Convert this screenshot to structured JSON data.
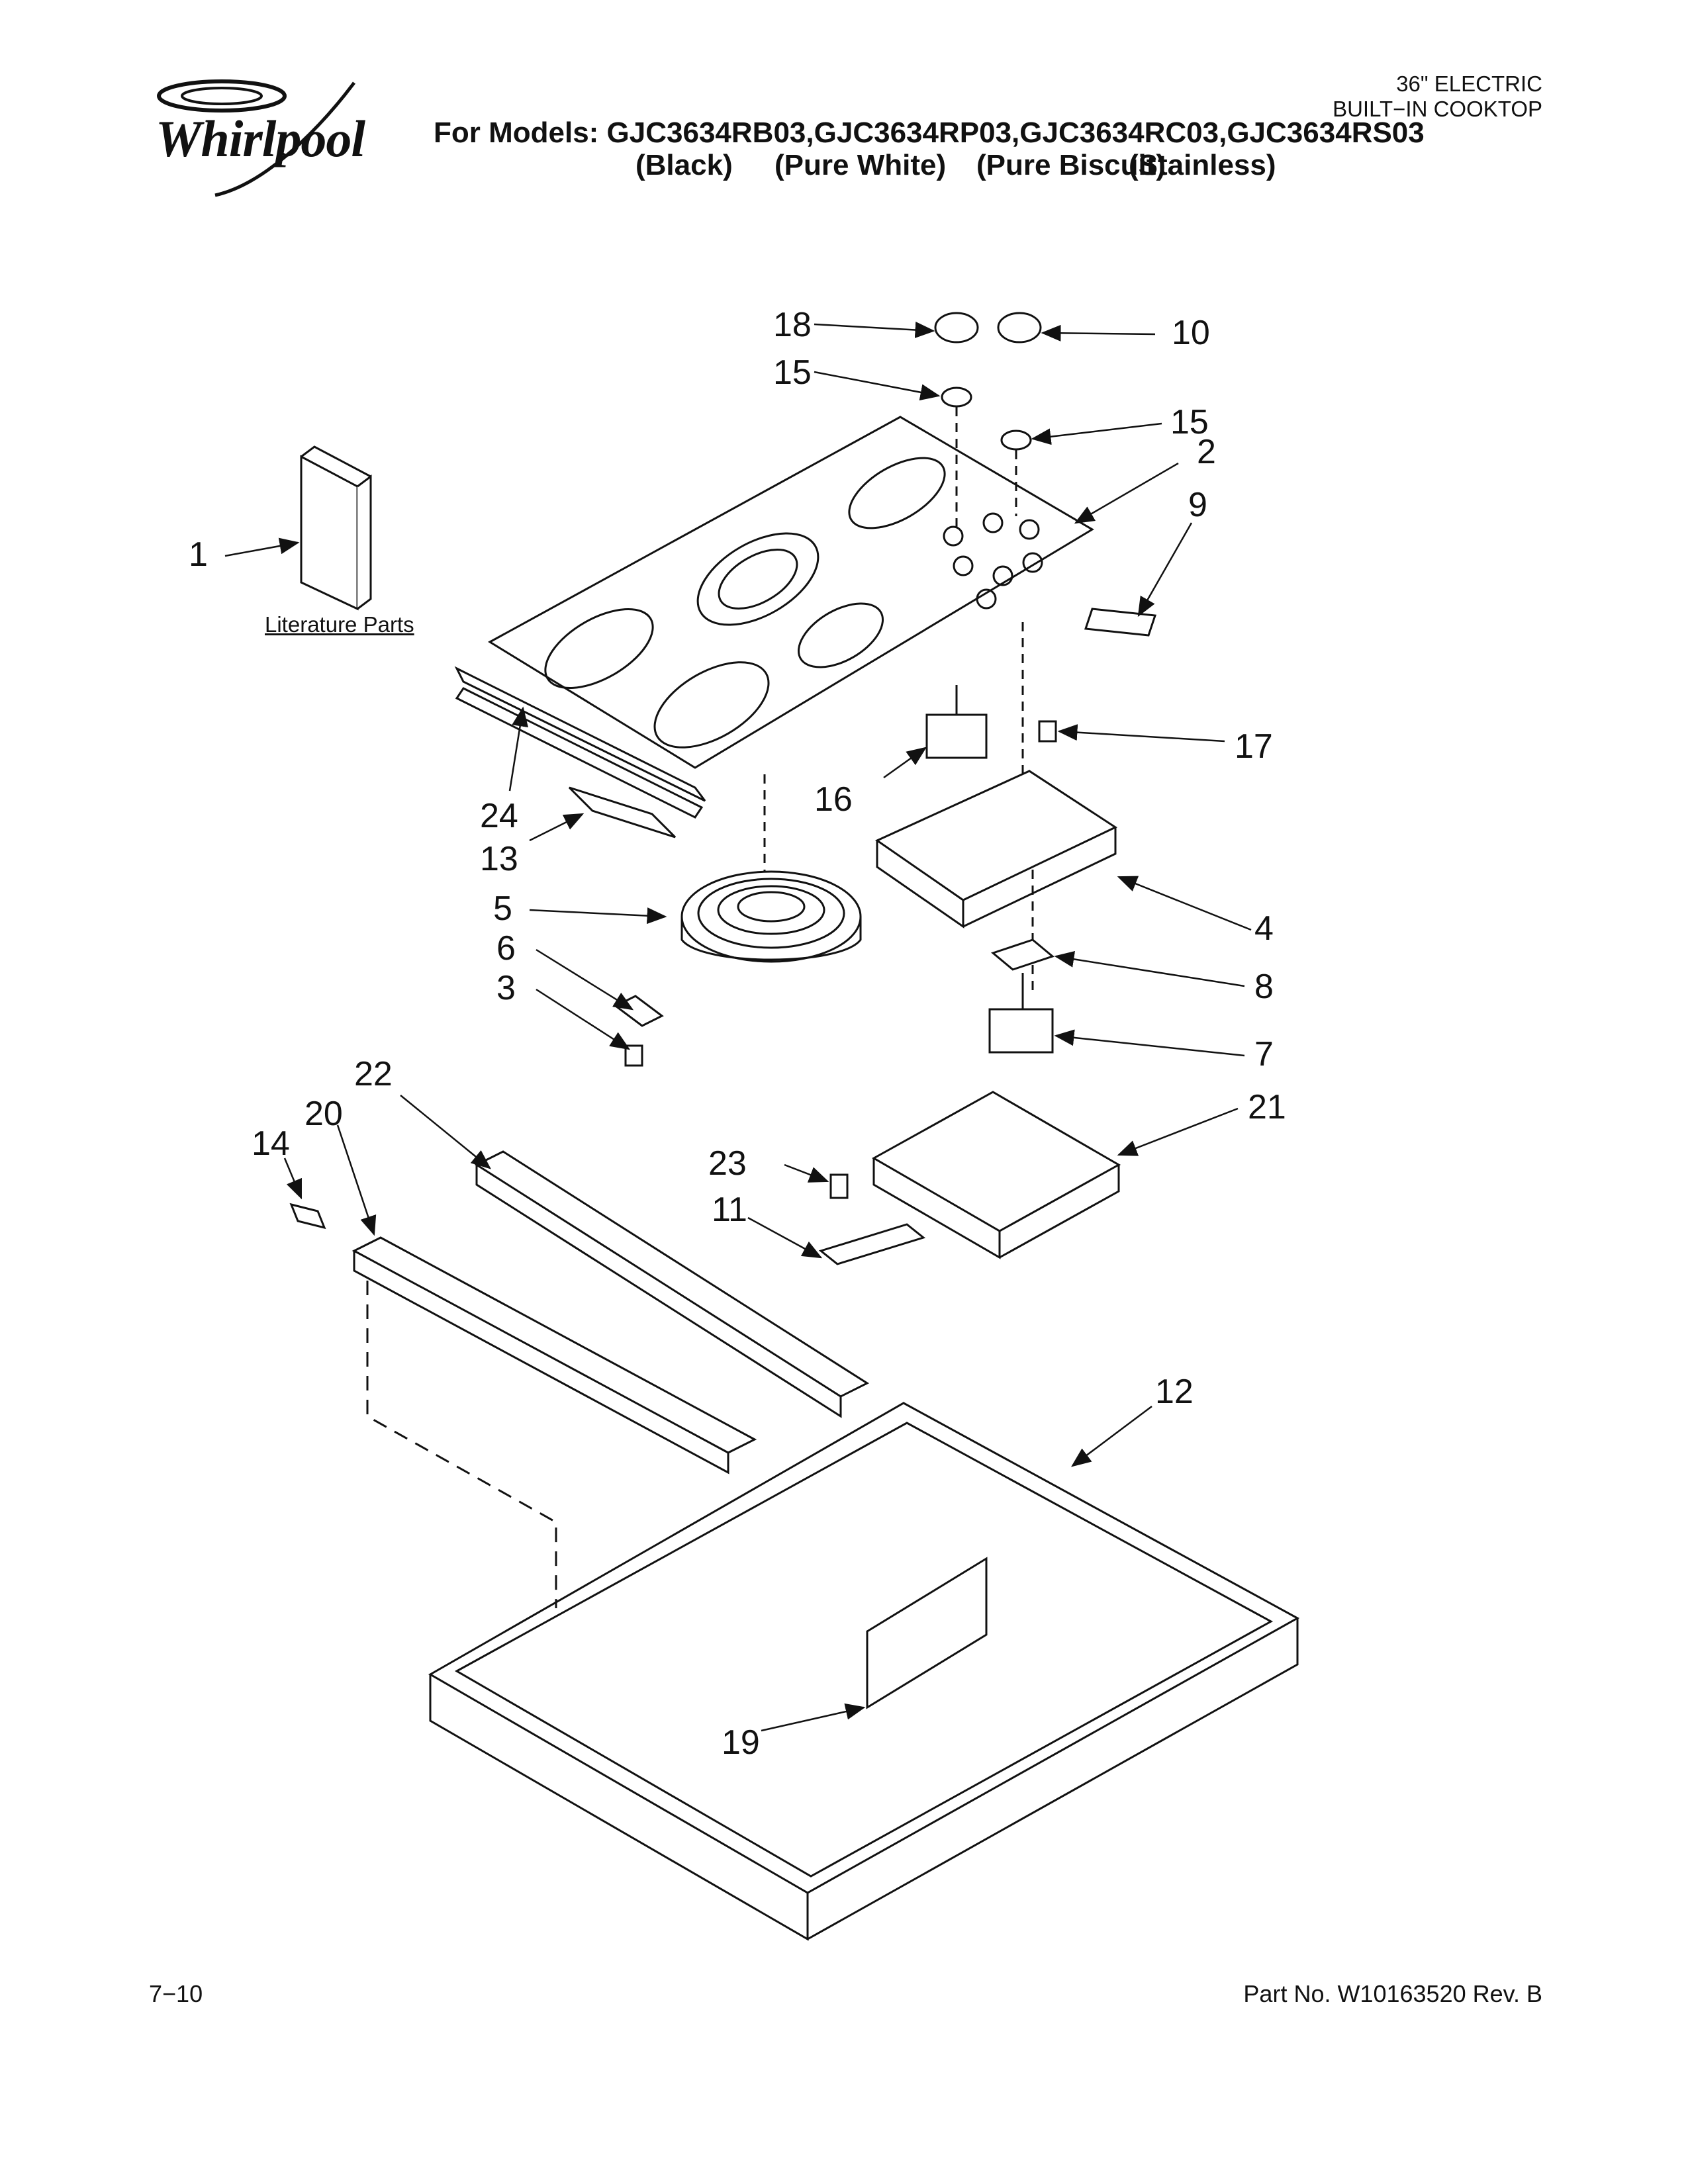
{
  "header": {
    "brand": "Whirlpool",
    "models_line": "For Models: GJC3634RB03,GJC3634RP03,GJC3634RC03,GJC3634RS03",
    "colors": [
      "(Black)",
      "(Pure White)",
      "(Pure Biscuit)",
      "(Stainless)"
    ],
    "category_line1": "36\" ELECTRIC",
    "category_line2": "BUILT−IN COOKTOP"
  },
  "diagram": {
    "literature_label": "Literature Parts",
    "callouts": [
      "1",
      "2",
      "3",
      "4",
      "5",
      "6",
      "7",
      "8",
      "9",
      "10",
      "11",
      "12",
      "13",
      "14",
      "15",
      "15",
      "16",
      "17",
      "18",
      "19",
      "20",
      "21",
      "22",
      "23",
      "24"
    ]
  },
  "footer": {
    "page": "7−10",
    "part_no": "Part No. W10163520 Rev. B"
  }
}
